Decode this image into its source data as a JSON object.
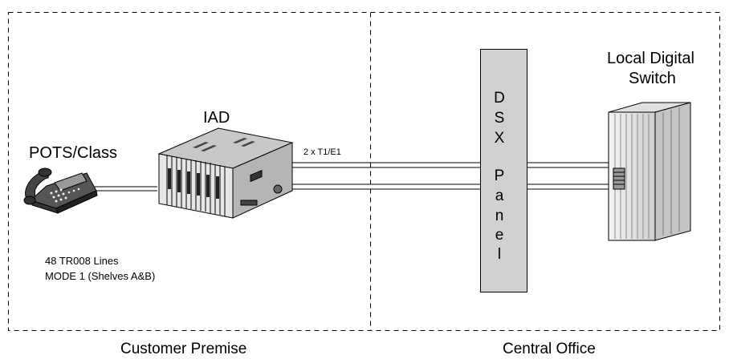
{
  "labels": {
    "pots": "POTS/Class",
    "iad": "IAD",
    "link": "2 x T1/E1",
    "lines": "48 TR008 Lines",
    "mode": "MODE 1 (Shelves A&B)",
    "switch_line1": "Local Digital",
    "switch_line2": "Switch",
    "dsx_letters": [
      "D",
      "S",
      "X",
      "P",
      "a",
      "n",
      "e",
      "l"
    ]
  },
  "regions": {
    "customer": "Customer Premise",
    "central": "Central Office"
  },
  "devices": {
    "phone": "phone-icon",
    "iad": "iad-chassis",
    "dsx": "dsx-panel",
    "switch": "switch-cabinet"
  }
}
